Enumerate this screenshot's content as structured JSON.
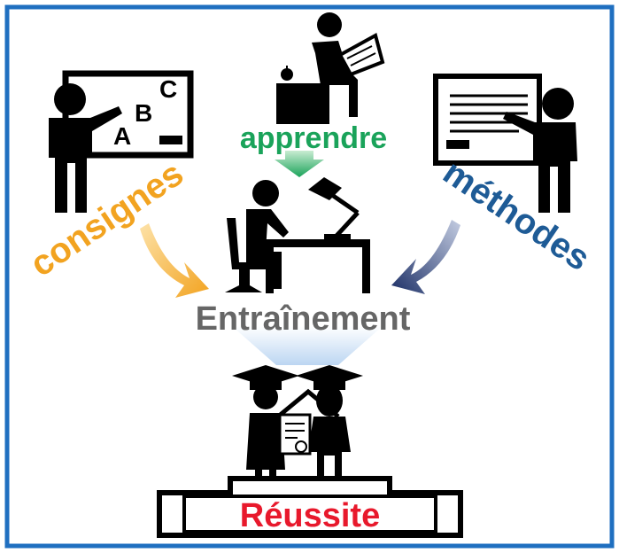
{
  "labels": {
    "apprendre": "apprendre",
    "consignes": "consignes",
    "methodes": "méthodes",
    "entrainement": "Entraînement",
    "reussite": "Réussite"
  },
  "board_letters": {
    "a": "A",
    "b": "B",
    "c": "C"
  },
  "colors": {
    "frame": "#1f6fc0",
    "apprendre": "#1aa35a",
    "consignes": "#f2a320",
    "methodes": "#1e5b96",
    "entrainement": "#666666",
    "reussite": "#e8192c",
    "figure": "#000000"
  }
}
